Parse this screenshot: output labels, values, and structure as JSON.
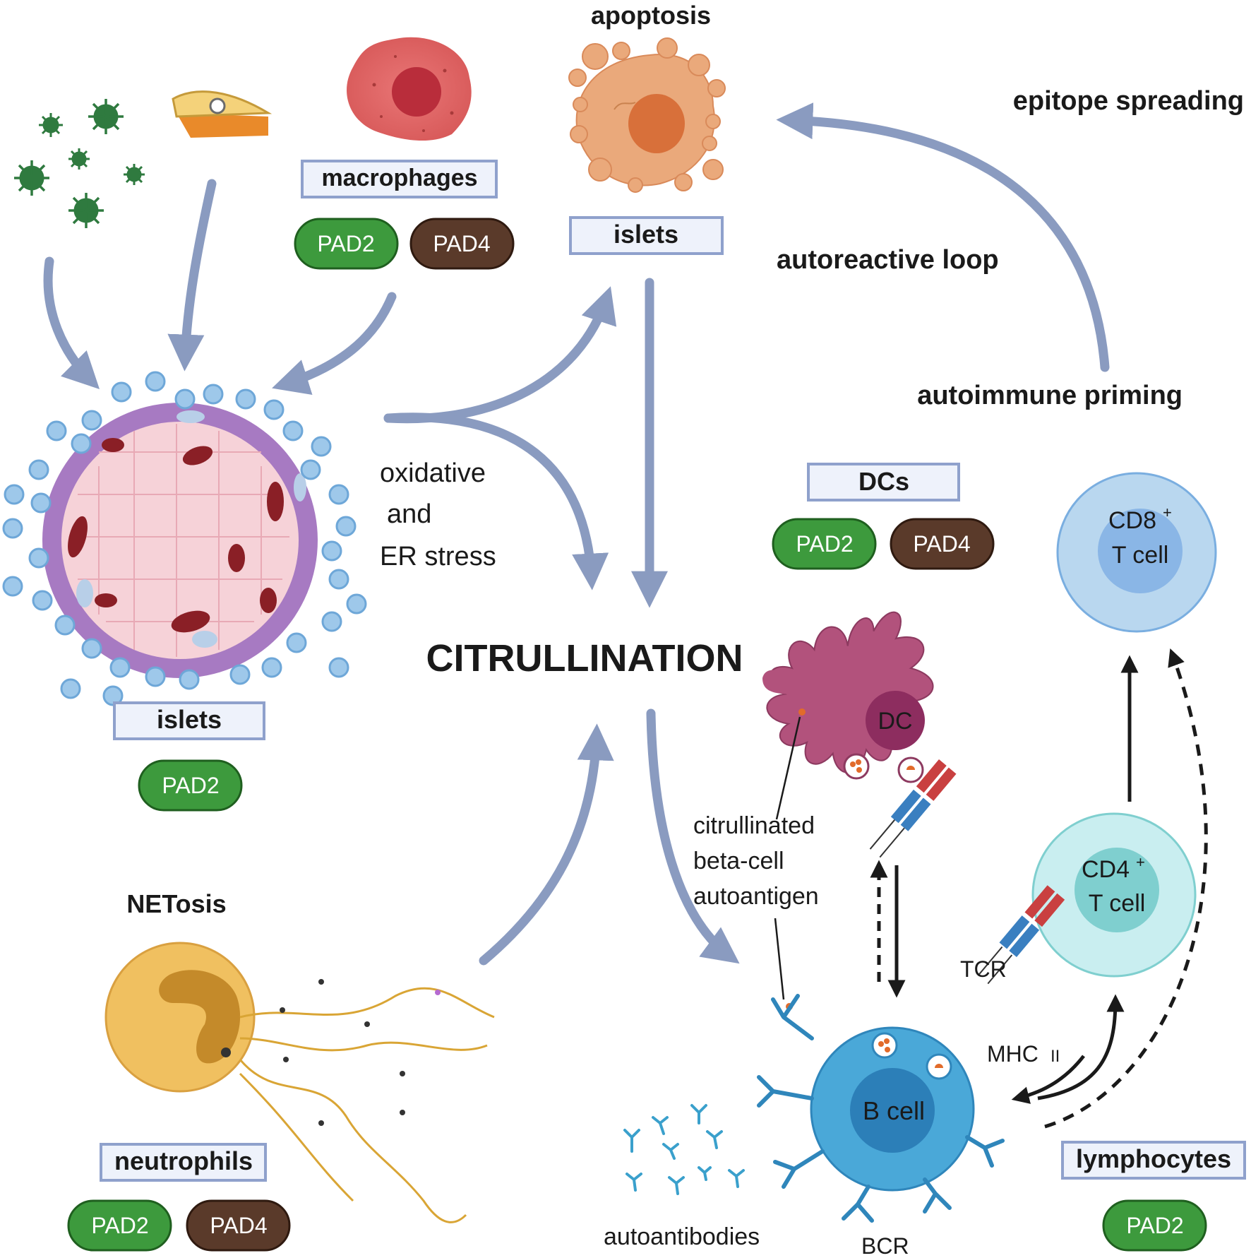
{
  "colors": {
    "arrow": "#8a9bc0",
    "box_fill": "#eef2fb",
    "box_stroke": "#8fa1cc",
    "pad2": "#3d9a3d",
    "pad4": "#5a3a2a",
    "macrophage": "#e06666",
    "apoptotic_cell": "#e9a97a",
    "dc": "#b2527c",
    "b_cell": "#4aa8d8",
    "cd4": "#7fcfcf",
    "cd8": "#8ab6e6",
    "neutrophil": "#f0c060",
    "virus": "#2f7a3f"
  },
  "icons": [
    "virus-icon",
    "food-icon",
    "macrophage-cell-icon",
    "apoptotic-cell-icon",
    "islet-icon",
    "neutrophil-icon",
    "dendritic-cell-icon",
    "b-cell-icon",
    "cd4-t-cell-icon",
    "cd8-t-cell-icon",
    "antibody-icon"
  ],
  "labels": {
    "apoptosis": "apoptosis",
    "epitope_spreading": "epitope spreading",
    "autoreactive_loop": "autoreactive loop",
    "autoimmune_priming": "autoimmune priming",
    "stress_line1": "oxidative",
    "stress_line2": "and",
    "stress_line3": "ER stress",
    "citrullination": "CITRULLINATION",
    "netosis": "NETosis",
    "autoantigen_line1": "citrullinated",
    "autoantigen_line2": "beta-cell",
    "autoantigen_line3": "autoantigen",
    "tcr": "TCR",
    "mhc": "MHC",
    "mhc_sub": "II",
    "autoantibodies": "autoantibodies",
    "bcr": "BCR"
  },
  "boxes": {
    "macrophages": "macrophages",
    "islets_top": "islets",
    "islets_left": "islets",
    "dcs": "DCs",
    "neutrophils": "neutrophils",
    "lymphocytes": "lymphocytes"
  },
  "pills": {
    "pad2": "PAD2",
    "pad4": "PAD4"
  },
  "cells": {
    "dc": "DC",
    "b_cell": "B cell",
    "cd4_line1": "CD4",
    "cd4_sup": "+",
    "cd4_line2": "T cell",
    "cd8_line1": "CD8",
    "cd8_sup": "+",
    "cd8_line2": "T cell"
  }
}
